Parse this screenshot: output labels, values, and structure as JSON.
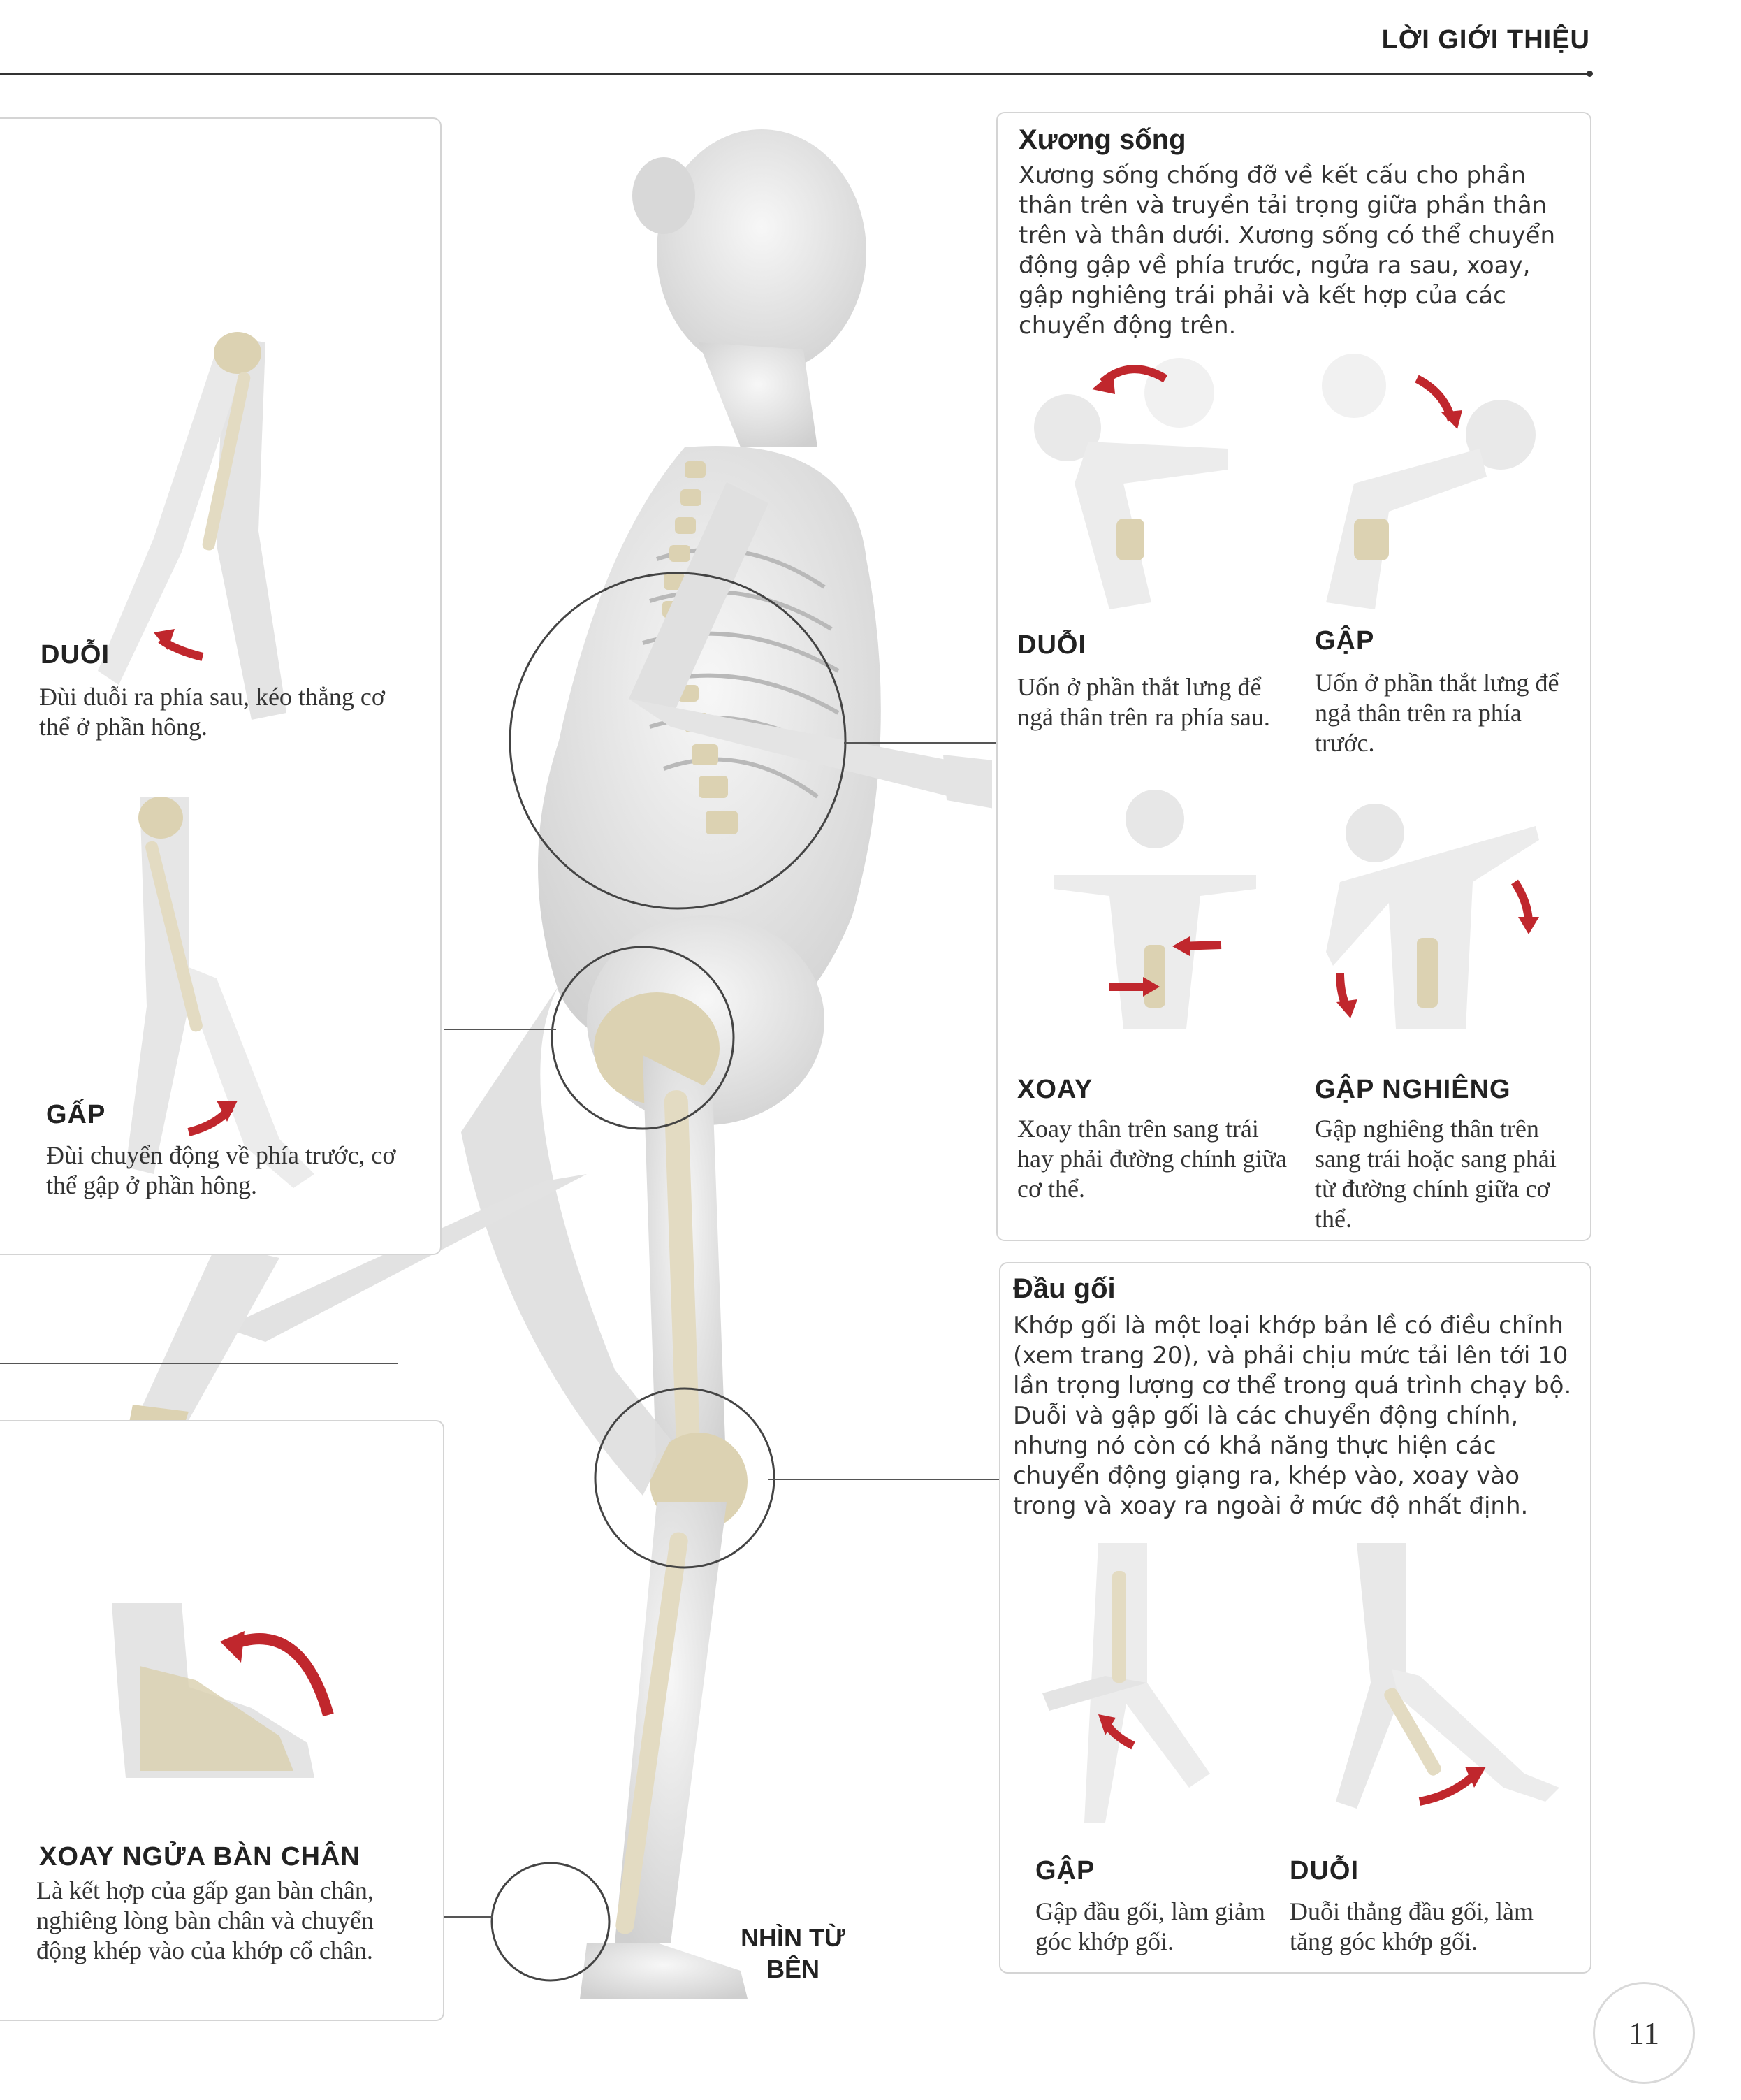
{
  "header": {
    "title": "LỜI GIỚI THIỆU"
  },
  "hip": {
    "extension": {
      "title": "DUỖI",
      "text": "Đùi duỗi ra phía sau, kéo thẳng cơ thể ở phần hông."
    },
    "flexion": {
      "title": "GẤP",
      "text": "Đùi chuyển động về phía trước, cơ thể gập ở phần hông."
    }
  },
  "ankle": {
    "title": "XOAY NGỬA BÀN CHÂN",
    "text": "Là kết hợp của gấp gan bàn chân, nghiêng lòng bàn chân và chuyển động khép vào của khớp cổ chân."
  },
  "spine": {
    "title": "Xương sống",
    "text": "Xương sống chống đỡ về kết cấu cho phần thân trên và truyền tải trọng giữa phần thân trên và thân dưới. Xương sống có thể chuyển động gập về phía trước, ngửa ra sau, xoay, gập nghiêng trái phải và kết hợp của các chuyển động trên.",
    "items": [
      {
        "title": "DUỖI",
        "text": "Uốn ở phần thắt lưng để ngả thân trên ra phía sau."
      },
      {
        "title": "GẬP",
        "text": "Uốn ở phần thắt lưng để ngả thân trên ra phía trước."
      },
      {
        "title": "XOAY",
        "text": "Xoay thân trên sang trái hay phải đường chính giữa cơ thể."
      },
      {
        "title": "GẬP NGHIÊNG",
        "text": "Gập nghiêng thân trên sang trái hoặc sang phải từ đường chính giữa cơ thể."
      }
    ]
  },
  "knee": {
    "title": "Đầu gối",
    "text": "Khớp gối là một loại khớp bản lề có điều chỉnh (xem trang 20), và phải chịu mức tải lên tới 10 lần trọng lượng cơ thể trong quá trình chạy bộ. Duỗi và gập gối là các chuyển động chính, nhưng nó còn có khả năng thực hiện các chuyển động giạng ra, khép vào, xoay vào trong và xoay ra ngoài ở mức độ nhất định.",
    "items": [
      {
        "title": "GẬP",
        "text": "Gập đầu gối, làm giảm góc khớp gối."
      },
      {
        "title": "DUỖI",
        "text": "Duỗi thẳng đầu gối, làm tăng góc khớp gối."
      }
    ]
  },
  "side_view_label": "NHÌN TỪ BÊN",
  "page_number": "11",
  "colors": {
    "arrow": "#c0272d",
    "bone": "#e6dcc0",
    "body": "#e9e9e9",
    "panel_border": "#d4d4d4"
  }
}
